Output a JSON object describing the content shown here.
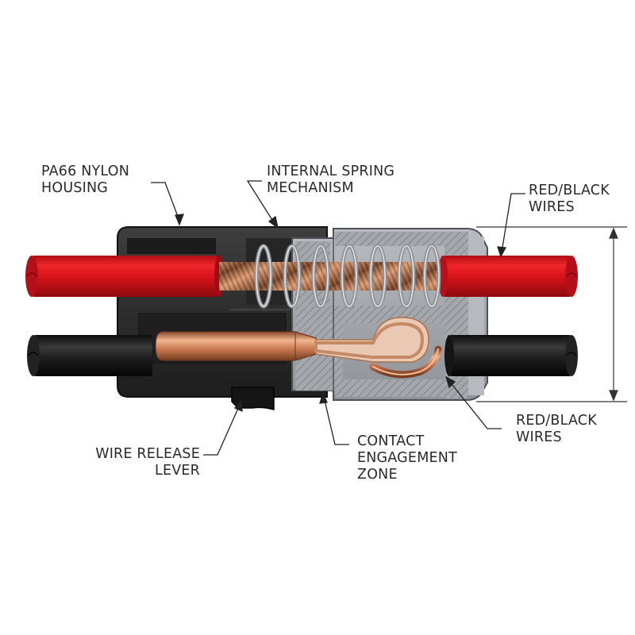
{
  "callouts": {
    "housing": {
      "lines": [
        "PA66 NYLON",
        "HOUSING"
      ]
    },
    "spring": {
      "lines": [
        "INTERNAL SPRING",
        "MECHANISM"
      ]
    },
    "wires_top": {
      "lines": [
        "RED/BLACK",
        "WIRES"
      ]
    },
    "wires_bottom": {
      "lines": [
        "RED/BLACK",
        "WIRES"
      ]
    },
    "lever": {
      "lines": [
        "WIRE RELEASE",
        "LEVER"
      ]
    },
    "contact": {
      "lines": [
        "CONTACT",
        "ENGAGEMENT",
        "ZONE"
      ]
    }
  },
  "colors": {
    "red_wire": "#d8141b",
    "black_wire": "#1c1c1c",
    "housing_dark": "#2d2d2d",
    "housing_gray": "#a9acb1",
    "copper": "#c97a52",
    "leader_line": "#222222"
  }
}
